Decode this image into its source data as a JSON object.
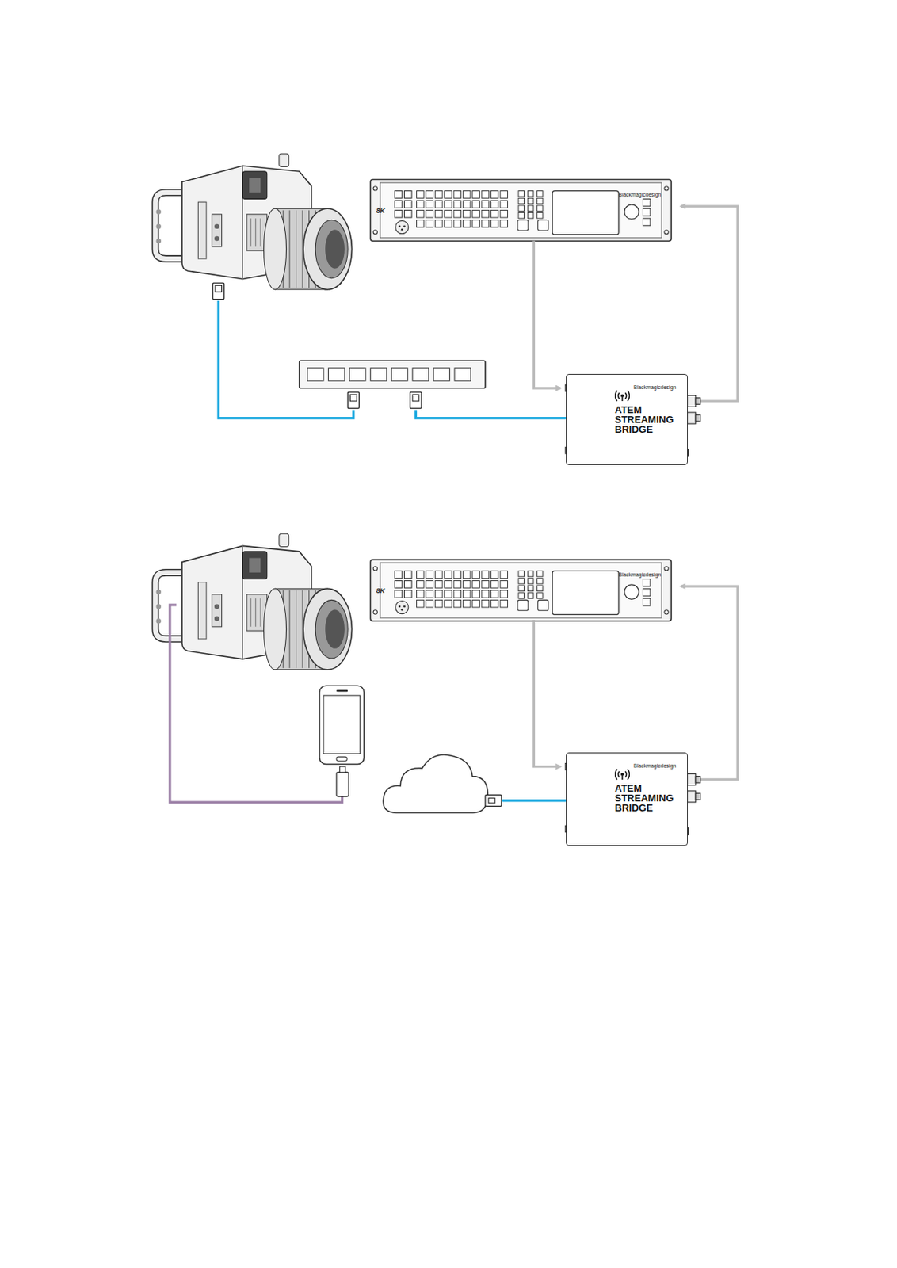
{
  "diagram": {
    "nodes": [
      {
        "text": [
          "ATEM STREAMING BRIDGE"
        ]
      },
      {
        "text": [
          "ATEM STREAMING BRIDGE"
        ]
      }
    ],
    "labels": [
      "8K",
      "Blackmagicdesign",
      "Blackmagicdesign",
      "8K",
      "Blackmagicdesign",
      "Blackmagicdesign"
    ]
  }
}
